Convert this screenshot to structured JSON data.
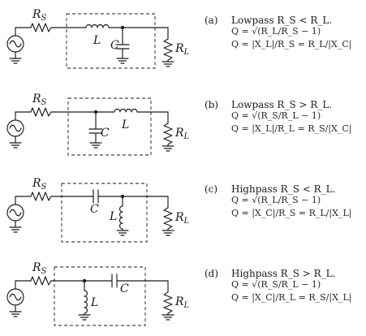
{
  "panels": [
    {
      "tag": "(a)",
      "title": "Lowpass R_S < R_L.",
      "q_formula": "Q = √(R_L/R_S − 1)",
      "q_relation": "Q = |X_L|/R_S = R_L/|X_C|",
      "labels": {
        "rs": "R_S",
        "l": "L",
        "c": "C",
        "rl": "R_L"
      }
    },
    {
      "tag": "(b)",
      "title": "Lowpass R_S > R_L.",
      "q_formula": "Q = √(R_S/R_L − 1)",
      "q_relation": "Q = |X_L|/R_L = R_S/|X_C|",
      "labels": {
        "rs": "R_S",
        "l": "L",
        "c": "C",
        "rl": "R_L"
      }
    },
    {
      "tag": "(c)",
      "title": "Highpass R_S < R_L.",
      "q_formula": "Q = √(R_L/R_S − 1)",
      "q_relation": "Q = |X_C|/R_S = R_L/|X_L|",
      "labels": {
        "rs": "R_S",
        "l": "L",
        "c": "C",
        "rl": "R_L"
      }
    },
    {
      "tag": "(d)",
      "title": "Highpass R_S > R_L.",
      "q_formula": "Q = √(R_S/R_L − 1)",
      "q_relation": "Q = |X_C|/R_L = R_S/|X_L|",
      "labels": {
        "rs": "R_S",
        "l": "L",
        "c": "C",
        "rl": "R_L"
      }
    }
  ]
}
